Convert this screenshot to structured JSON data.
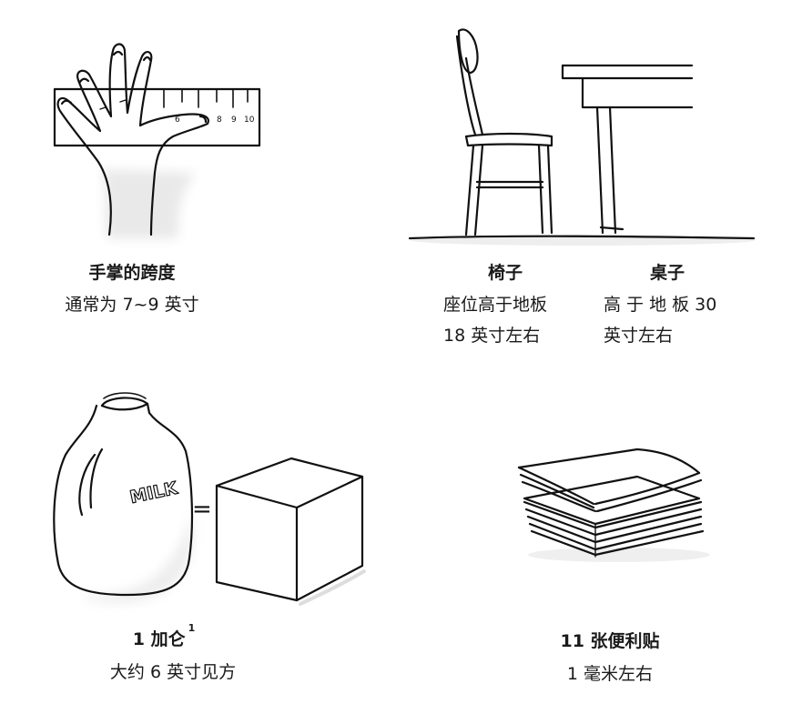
{
  "hand": {
    "title": "手掌的跨度",
    "desc": "通常为 7~9 英寸",
    "ruler_marks": [
      "6",
      "8",
      "9",
      "10"
    ]
  },
  "chair": {
    "title": "椅子",
    "line1": "座位高于地板",
    "line2": "18 英寸左右"
  },
  "desk": {
    "title": "桌子",
    "line1": "高 于 地 板 30",
    "line2": "英寸左右"
  },
  "gallon": {
    "title": "1 加仑",
    "footnote": "1",
    "desc": "大约 6 英寸见方",
    "bottle_label": "MILK",
    "equals": "="
  },
  "notes": {
    "title": "11 张便利贴",
    "desc": "1 毫米左右"
  }
}
